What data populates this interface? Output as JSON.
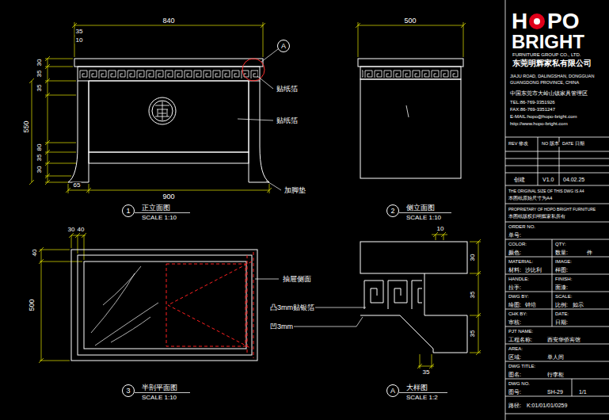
{
  "diagram": {
    "nodes": [
      {
        "text": [
          "A"
        ]
      },
      {
        "text": [
          "1"
        ]
      },
      {
        "text": [
          "2"
        ]
      },
      {
        "text": [
          "3"
        ]
      },
      {
        "text": [
          "A"
        ]
      }
    ],
    "labels": [
      "840",
      "35",
      "10",
      "30",
      "35",
      "35",
      "550",
      "80",
      "35",
      "30",
      "65",
      "900",
      "贴纸箔",
      "贴纸箔",
      "加脚垫",
      "正立面图",
      "SCALE 1:10",
      "500",
      "侧立面图",
      "SCALE 1:10",
      "30",
      "40",
      "40",
      "500",
      "抽屉侧面",
      "凸3mm贴银箔",
      "凹3mm",
      "半剖平面图",
      "SCALE 1:10",
      "10",
      "30",
      "35",
      "35",
      "35",
      "大样图",
      "SCALE 1:2",
      "H",
      "PO",
      "BRIGHT",
      "FURNITURE GROUP CO., LTD.",
      "东莞明辉家私有限公司",
      "JIAJU ROAD, DALINGSHAN, DONGGUAN",
      "GUANGDONG PROVINCE, CHINA",
      "中国东莞市大岭山镇家具管理区",
      "TEL:86-769-3351926",
      "FAX:86-769-3351247",
      "E-MAIL:hopo@hopo-bright.com",
      "http://www.hopo-bright.com",
      "REV 修改",
      "NO 版本",
      "DATE 日期",
      "创建",
      "V1.0",
      "04.02.25",
      "THE ORIGINAL SIZE OF THIS DWG IS A4",
      "本图纸原始尺寸为A4",
      "PROPRIETARY OF HOPO BRIGHT FURNITURE",
      "本图纸版权归明辉家私所有",
      "ORDER NO.",
      "单号:",
      "COLOR:",
      "QTY:",
      "颜色:",
      "数量:",
      "件",
      "MATERIAL:",
      "IMAGE:",
      "材料:",
      "沙比利",
      "样图:",
      "HANDLE:",
      "FINISH:",
      "拉手:",
      "面漆:",
      "DWG BY:",
      "SCALE:",
      "绘图:",
      "钟培",
      "比例:",
      "如示",
      "CHK BY:",
      "DATE:",
      "审核:",
      "日期:",
      "PJT NAME:",
      "工程名称:",
      "西安华侨宾馆",
      "AREA:",
      "区域:",
      "单人间",
      "DWG TITLE:",
      "图名:",
      "行李柜",
      "DWG NO.",
      "图号:",
      "SH-29",
      "1/1",
      "路径:",
      "K:01/01/01/0259"
    ]
  }
}
